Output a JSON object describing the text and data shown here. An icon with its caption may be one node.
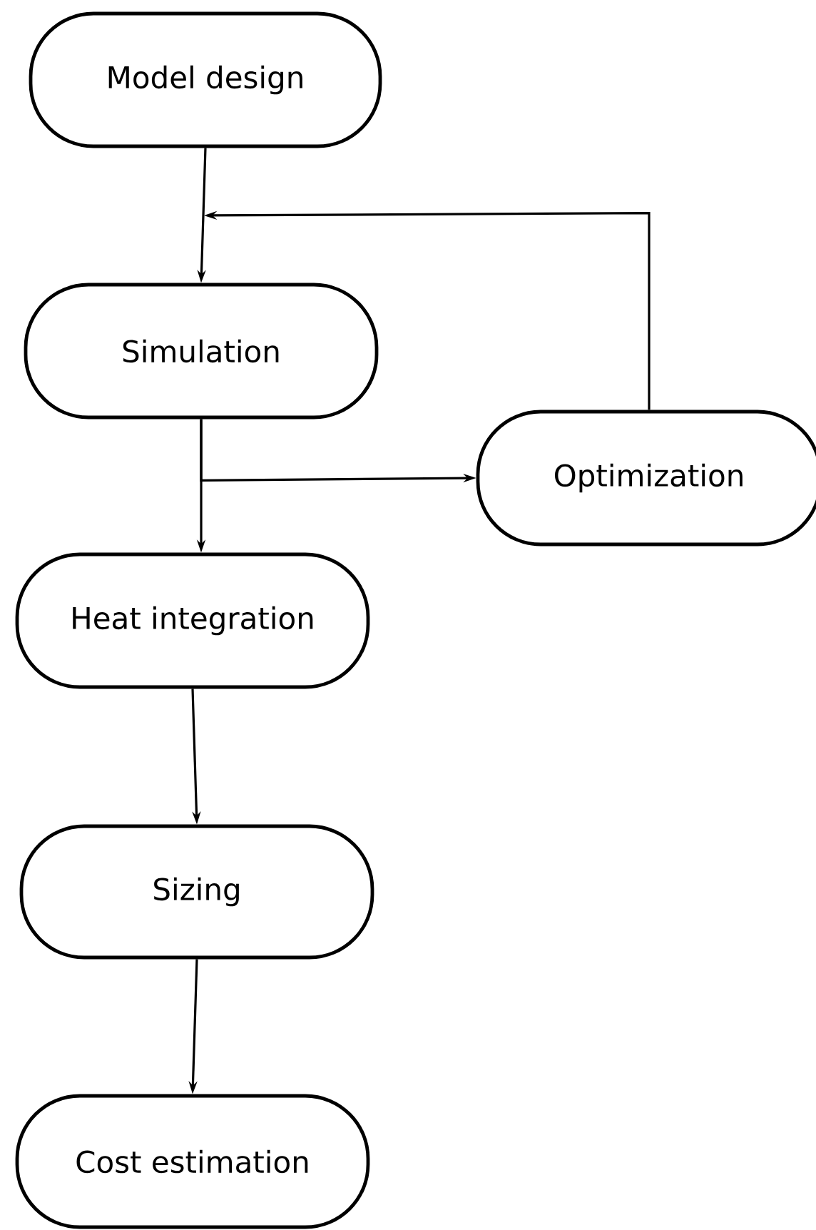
{
  "diagram": {
    "nodes": [
      {
        "text": [
          "Model design"
        ]
      },
      {
        "text": [
          "Simulation"
        ]
      },
      {
        "text": [
          "Optimization"
        ]
      },
      {
        "text": [
          "Heat integration"
        ]
      },
      {
        "text": [
          "Sizing"
        ]
      },
      {
        "text": [
          "Cost estimation"
        ]
      }
    ],
    "edges": [
      {
        "from": 0,
        "to": 1,
        "arrow": "to"
      },
      {
        "from": 1,
        "to": 3,
        "arrow": "to"
      },
      {
        "from": 1,
        "to": 2,
        "arrow": "to"
      },
      {
        "from": 2,
        "to": 1,
        "arrow": "to"
      },
      {
        "from": 3,
        "to": 4,
        "arrow": "to"
      },
      {
        "from": 4,
        "to": 5,
        "arrow": "to"
      }
    ]
  }
}
